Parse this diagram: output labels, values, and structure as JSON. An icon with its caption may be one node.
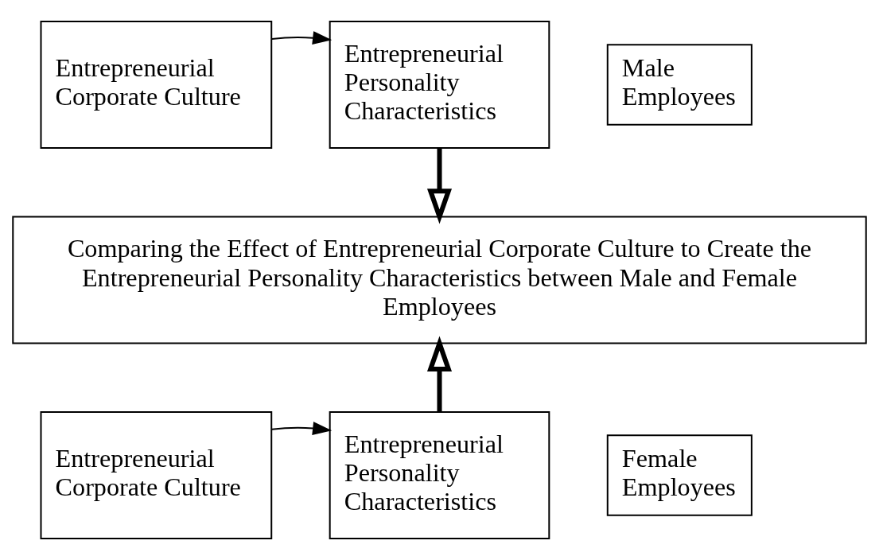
{
  "diagram": {
    "nodes": [
      {
        "text": [
          "Entrepreneurial Corporate Culture"
        ]
      },
      {
        "text": [
          "Entrepreneurial Personality Characteristics"
        ]
      },
      {
        "text": [
          "Male Employees"
        ]
      },
      {
        "text": [
          "Comparing the Effect of Entrepreneurial Corporate Culture to Create the Entrepreneurial Personality Characteristics between Male and Female Employees"
        ]
      },
      {
        "text": [
          "Entrepreneurial Corporate Culture"
        ]
      },
      {
        "text": [
          "Entrepreneurial Personality Characteristics"
        ]
      },
      {
        "text": [
          "Female Employees"
        ]
      }
    ],
    "edges": [
      {
        "from": 0,
        "to": 1,
        "arrow": "to"
      },
      {
        "from": 1,
        "to": 3,
        "arrow": "to",
        "style": "thick"
      },
      {
        "from": 4,
        "to": 5,
        "arrow": "to"
      },
      {
        "from": 5,
        "to": 3,
        "arrow": "to",
        "style": "thick"
      }
    ]
  }
}
